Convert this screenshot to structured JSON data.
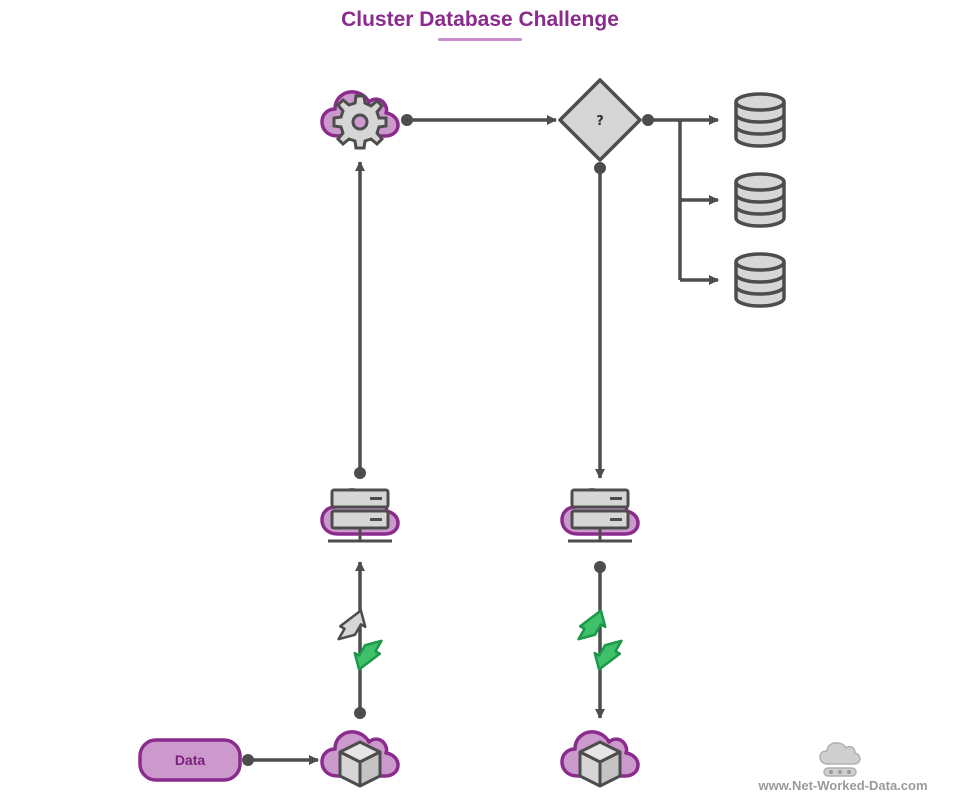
{
  "title": "Cluster Database Challenge",
  "decision": {
    "label": "?"
  },
  "data_node": {
    "label": "Data"
  },
  "watermark": {
    "text": "www.Net-Worked-Data.com"
  },
  "colors": {
    "purple_dark": "#8a2b8d",
    "purple_fill": "#cc99cc",
    "gray_dark": "#4d4d4d",
    "gray_fill": "#d6d6d6",
    "green": "#1a9a48",
    "green_light": "#3fc06a"
  },
  "icons": [
    "cloud-gear-icon",
    "decision-diamond-icon",
    "database-icon",
    "cloud-server-icon",
    "sync-arrows-icon",
    "cloud-cube-icon",
    "cloud-logo-icon"
  ]
}
